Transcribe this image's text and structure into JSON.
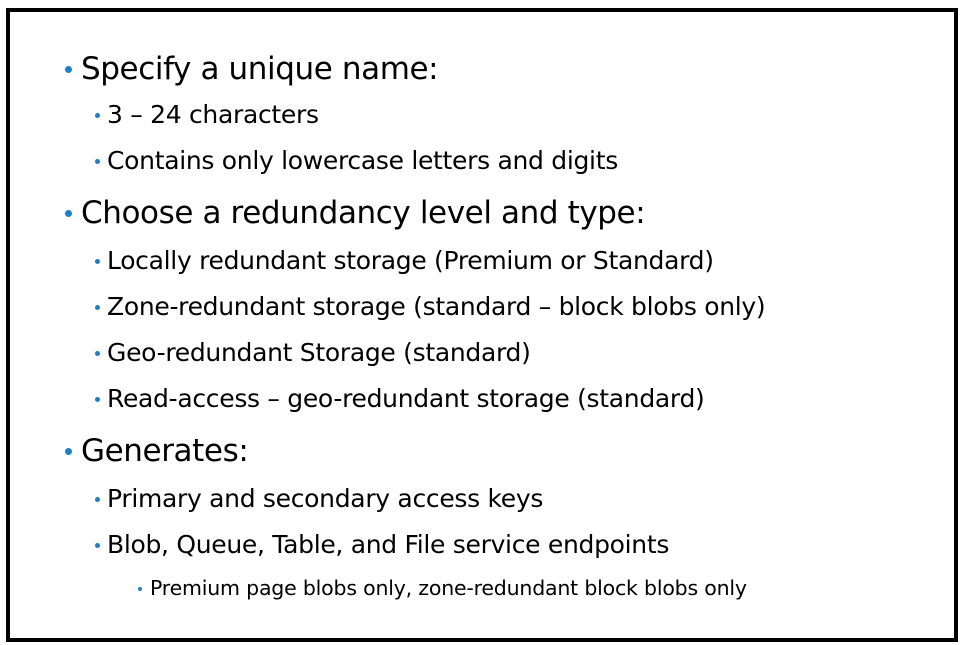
{
  "accent_color": "#1e7fc4",
  "bullets": [
    {
      "level": 1,
      "text": "Specify a unique name:"
    },
    {
      "level": 2,
      "text": "3 – 24 characters"
    },
    {
      "level": 2,
      "text": "Contains only lowercase letters and digits"
    },
    {
      "level": 1,
      "text": "Choose a redundancy level and type:"
    },
    {
      "level": 2,
      "text": "Locally redundant storage (Premium or Standard)"
    },
    {
      "level": 2,
      "text": "Zone-redundant storage (standard – block blobs only)"
    },
    {
      "level": 2,
      "text": "Geo-redundant Storage (standard)"
    },
    {
      "level": 2,
      "text": "Read-access – geo-redundant storage (standard)"
    },
    {
      "level": 1,
      "text": "Generates:"
    },
    {
      "level": 2,
      "text": "Primary and secondary access keys"
    },
    {
      "level": 2,
      "text": "Blob, Queue, Table, and File service endpoints"
    },
    {
      "level": 3,
      "text": "Premium page blobs only, zone-redundant block blobs only"
    }
  ]
}
